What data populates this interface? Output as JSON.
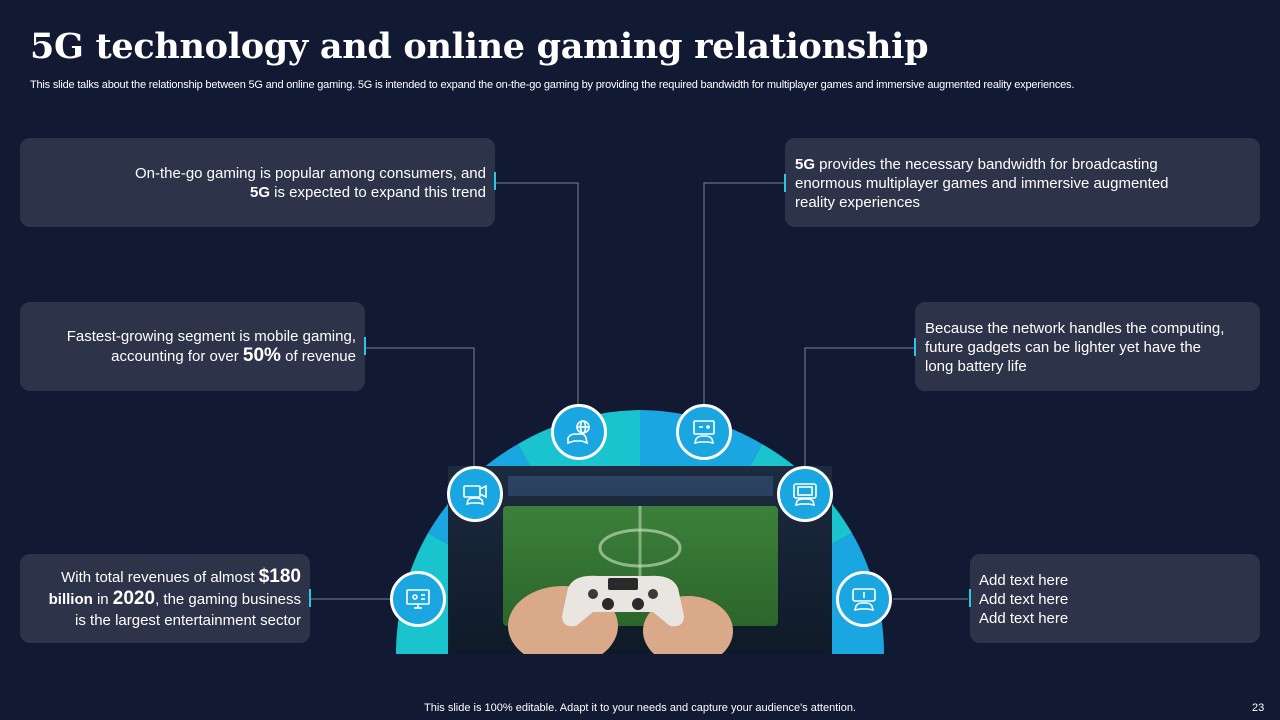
{
  "slide": {
    "title": "5G technology and online gaming relationship",
    "subtitle": "This slide talks about the relationship between 5G and online gaming. 5G is intended to expand the on-the-go gaming by providing the required bandwidth for multiplayer games and immersive augmented reality experiences.",
    "footer": "This slide is 100% editable. Adapt it to your needs and capture your audience's attention.",
    "page_number": "23"
  },
  "left_boxes": [
    {
      "line1": "On-the-go gaming is popular among consumers, and",
      "line2_bold": "5G",
      "line2_rest": " is expected to expand this trend"
    },
    {
      "line1": "Fastest-growing segment is mobile gaming,",
      "line2_pre": "accounting for over ",
      "line2_big": "50%",
      "line2_post": " of revenue"
    },
    {
      "line1_pre": "With total revenues of almost ",
      "line1_big": "$180",
      "line2_bold1": "billion",
      "line2_mid": " in ",
      "line2_big": "2020",
      "line2_post": ", the gaming business",
      "line3": "is the largest entertainment sector"
    }
  ],
  "right_boxes": [
    {
      "line1_bold": "5G",
      "line1_rest": " provides the necessary bandwidth for broadcasting",
      "line2": "enormous multiplayer  games and immersive augmented",
      "line3": "reality experiences"
    },
    {
      "line1": "Because the network handles the computing,",
      "line2": "future gadgets can be lighter yet have the",
      "line3": "long battery life"
    },
    {
      "line1": "Add text here",
      "line2": "Add text here",
      "line3": "Add text here"
    }
  ],
  "icons": [
    "gamepad-tv-icon",
    "gamepad-globe-icon",
    "monitor-gamepad-icon",
    "handheld-console-icon",
    "arcade-machine-icon",
    "mobile-gamepad-icon"
  ],
  "colors": {
    "background": "#121a33",
    "box": "#2d3349",
    "accent_cyan": "#19c4cf",
    "accent_blue": "#1aa6e0",
    "marker": "#2ec5e6"
  }
}
